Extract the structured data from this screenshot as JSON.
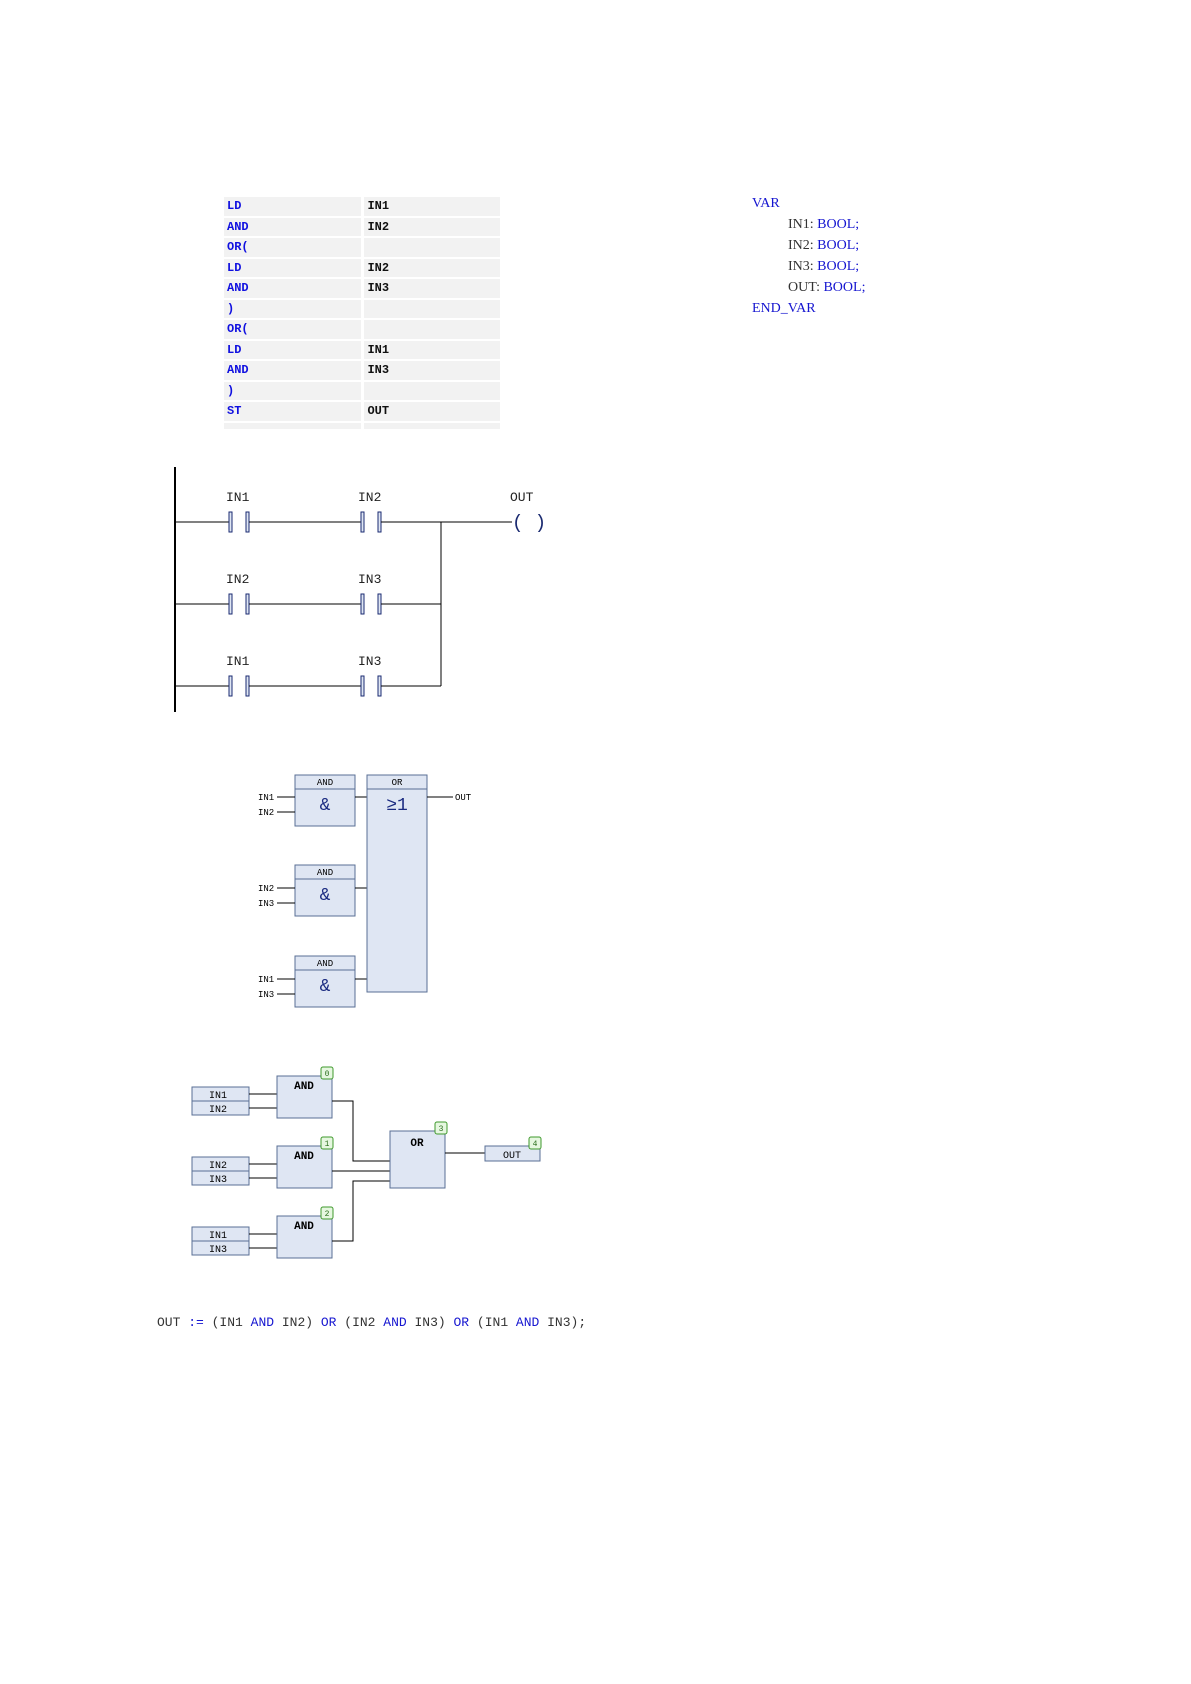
{
  "il": {
    "rows": [
      {
        "op": "LD",
        "arg": "IN1"
      },
      {
        "op": "AND",
        "arg": "IN2"
      },
      {
        "op": "OR(",
        "arg": ""
      },
      {
        "op": "LD",
        "arg": "IN2"
      },
      {
        "op": "AND",
        "arg": "IN3"
      },
      {
        "op": ")",
        "arg": ""
      },
      {
        "op": "OR(",
        "arg": ""
      },
      {
        "op": "LD",
        "arg": "IN1"
      },
      {
        "op": "AND",
        "arg": "IN3"
      },
      {
        "op": ")",
        "arg": ""
      },
      {
        "op": "ST",
        "arg": "OUT"
      }
    ]
  },
  "vars": {
    "start": "VAR",
    "end": "END_VAR",
    "decls": [
      {
        "name": "IN1:",
        "type": "BOOL;"
      },
      {
        "name": "IN2:",
        "type": "BOOL;"
      },
      {
        "name": "IN3:",
        "type": "BOOL;"
      },
      {
        "name": "OUT:",
        "type": "BOOL;"
      }
    ]
  },
  "ladder": {
    "rung1": {
      "c1": "IN1",
      "c2": "IN2",
      "coil": "OUT"
    },
    "rung2": {
      "c1": "IN2",
      "c2": "IN3"
    },
    "rung3": {
      "c1": "IN1",
      "c2": "IN3"
    },
    "coil_symbol": "( )"
  },
  "fbd": {
    "and_name": "AND",
    "and_symbol": "&",
    "or_name": "OR",
    "or_symbol": "≥1",
    "out": "OUT",
    "g1_in": [
      "IN1",
      "IN2"
    ],
    "g2_in": [
      "IN2",
      "IN3"
    ],
    "g3_in": [
      "IN1",
      "IN3"
    ]
  },
  "cfc": {
    "and_label": "AND",
    "or_label": "OR",
    "out_label": "OUT",
    "in1": [
      "IN1",
      "IN2"
    ],
    "in2": [
      "IN2",
      "IN3"
    ],
    "in3": [
      "IN1",
      "IN3"
    ],
    "order": [
      "0",
      "1",
      "2",
      "3",
      "4"
    ]
  },
  "st": {
    "p1": "OUT ",
    "assign": ":=",
    "p2": " (IN1 ",
    "and1": "AND",
    "p3": " IN2) ",
    "or1": "OR",
    "p4": " (IN2 ",
    "and2": "AND",
    "p5": " IN3) ",
    "or2": "OR",
    "p6": " (IN1 ",
    "and3": "AND",
    "p7": " IN3);"
  },
  "colors": {
    "keyword": "#1515d0",
    "box_fill": "#dfe6f3",
    "box_stroke": "#5a6f95",
    "badge_fill": "#e6f7e0",
    "badge_stroke": "#3f9a2c"
  }
}
